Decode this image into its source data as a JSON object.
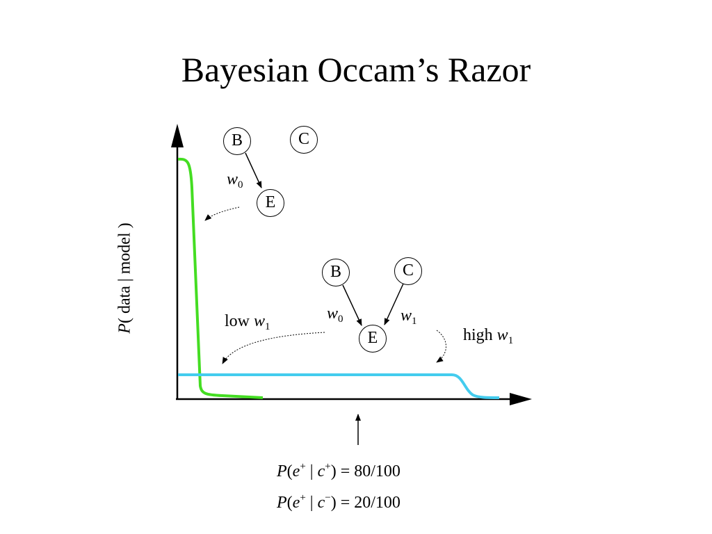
{
  "slide": {
    "title": "Bayesian Occam’s Razor",
    "ylabel": {
      "var": "P",
      "rest": "( data | model )"
    }
  },
  "graph_top": {
    "nodes": {
      "b": "B",
      "c": "C",
      "e": "E"
    },
    "edge_label": {
      "var": "w",
      "sub": "0"
    }
  },
  "graph_mid": {
    "nodes": {
      "b": "B",
      "c": "C",
      "e": "E"
    },
    "edge_labels": [
      {
        "var": "w",
        "sub": "0"
      },
      {
        "var": "w",
        "sub": "1"
      }
    ]
  },
  "annotations": {
    "low": {
      "text": "low ",
      "var": "w",
      "sub": "1"
    },
    "high": {
      "text": "high ",
      "var": "w",
      "sub": "1"
    }
  },
  "equations": [
    {
      "p": "P",
      "e": "e",
      "esup": "+",
      "bar": " | ",
      "c": "c",
      "csup": "+",
      "rhs": ") = 80/100"
    },
    {
      "p": "P",
      "e": "e",
      "esup": "+",
      "bar": " | ",
      "c": "c",
      "csup": "−",
      "rhs": ") = 20/100"
    }
  ],
  "colors": {
    "green_curve": "#44dd22",
    "blue_curve": "#44ccee"
  }
}
